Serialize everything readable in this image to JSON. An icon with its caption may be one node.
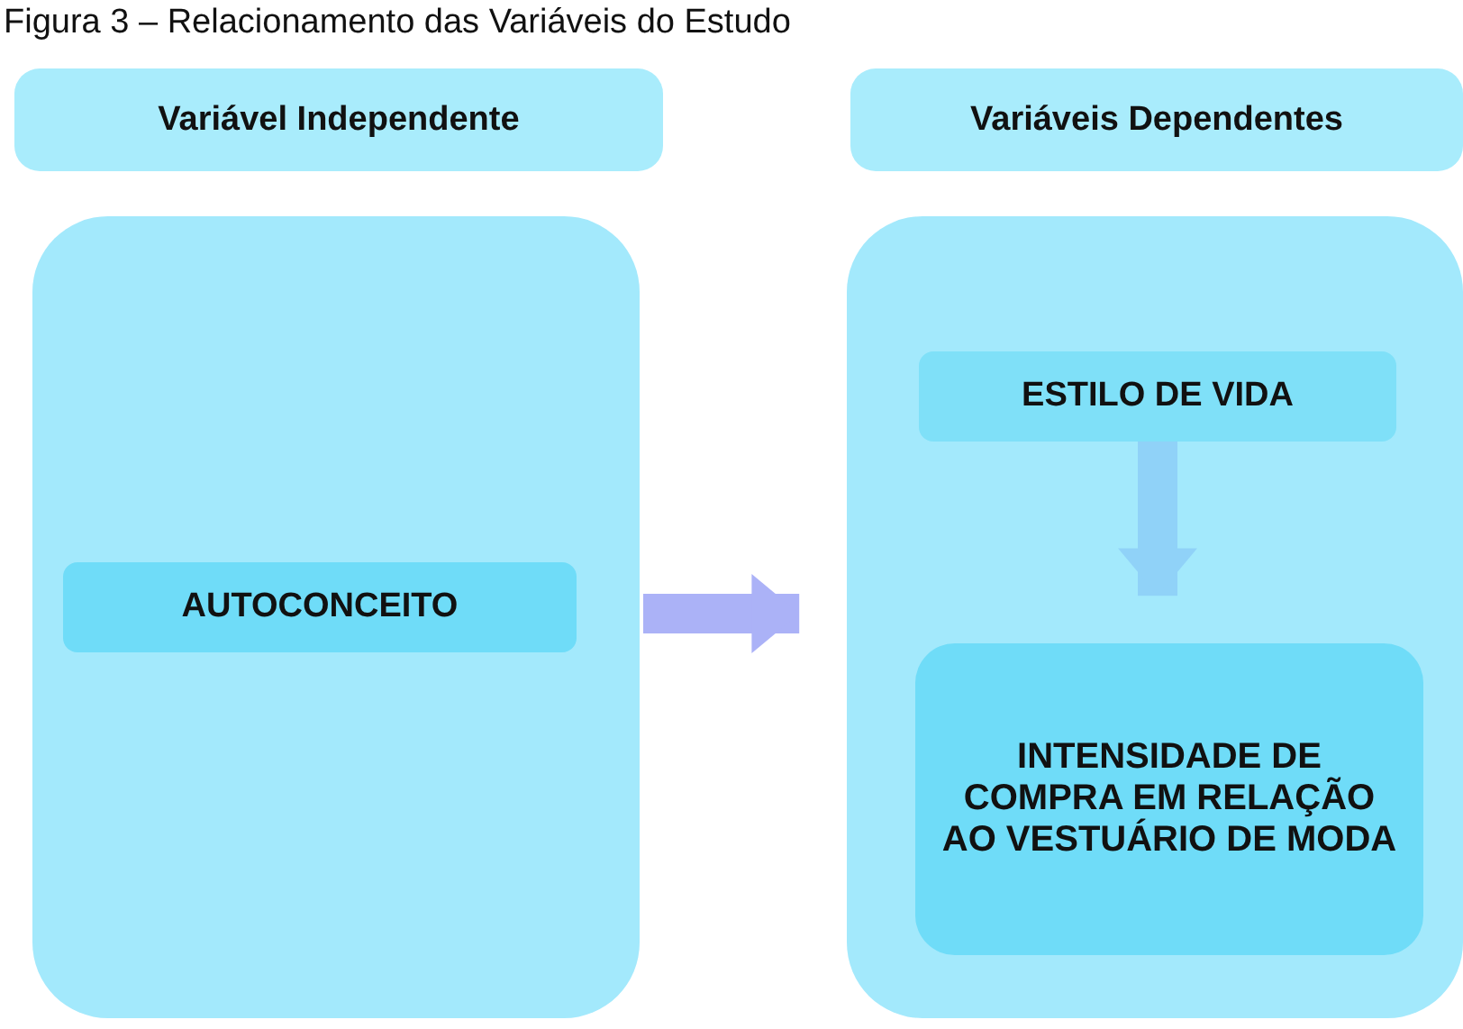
{
  "diagram": {
    "title": "Figura 3 – Relacionamento das Variáveis do Estudo",
    "nodes": [
      {
        "text": [
          "Variável Independente"
        ]
      },
      {
        "text": [
          "Variáveis Dependentes"
        ]
      },
      {
        "text": [],
        "shape": "box"
      },
      {
        "text": [
          "AUTOCONCEITO"
        ],
        "in": 2
      },
      {
        "text": [],
        "shape": "box"
      },
      {
        "text": [
          "ESTILO DE VIDA"
        ],
        "in": 4
      },
      {
        "text": [
          "INTENSIDADE DE COMPRA EM RELAÇÃO AO VESTUÁRIO DE MODA"
        ],
        "in": 4
      }
    ],
    "edges": [
      {
        "from": 2,
        "to": 4,
        "arrow": "to",
        "color": "#a3aaf7"
      },
      {
        "from": 5,
        "to": 6,
        "arrow": "to",
        "color": "#8fd0f8"
      }
    ]
  }
}
